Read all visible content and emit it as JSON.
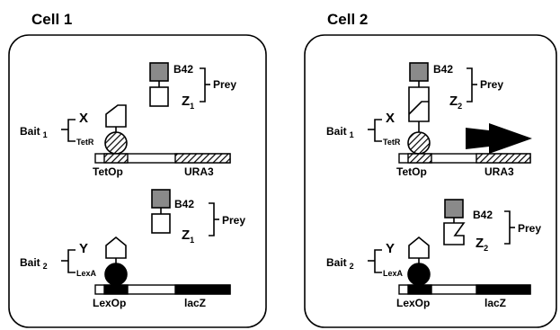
{
  "colors": {
    "b42_fill": "#8a8a8a",
    "lexa_fill": "#000000",
    "frame": "#000000",
    "background": "#ffffff"
  },
  "icons": {
    "tetr": "hatched-circle-icon",
    "lexa": "filled-circle-icon",
    "b42": "gray-square-icon",
    "transcription": "arrow-icon"
  },
  "cell1": {
    "title": "Cell 1",
    "upper": {
      "prey_b42": "B42",
      "prey_z": "Z",
      "prey_z_sub": "1",
      "prey_label": "Prey",
      "bait_label": "Bait",
      "bait_sub": "1",
      "bait_x": "X",
      "bait_dbd": "TetR",
      "operator": "TetOp",
      "reporter": "URA3"
    },
    "lower": {
      "prey_b42": "B42",
      "prey_z": "Z",
      "prey_z_sub": "1",
      "prey_label": "Prey",
      "bait_label": "Bait",
      "bait_sub": "2",
      "bait_y": "Y",
      "bait_dbd": "LexA",
      "operator": "LexOp",
      "reporter": "lacZ"
    }
  },
  "cell2": {
    "title": "Cell 2",
    "upper": {
      "prey_b42": "B42",
      "prey_z": "Z",
      "prey_z_sub": "2",
      "prey_label": "Prey",
      "bait_label": "Bait",
      "bait_sub": "1",
      "bait_x": "X",
      "bait_dbd": "TetR",
      "operator": "TetOp",
      "reporter": "URA3"
    },
    "lower": {
      "prey_b42": "B42",
      "prey_z": "Z",
      "prey_z_sub": "2",
      "prey_label": "Prey",
      "bait_label": "Bait",
      "bait_sub": "2",
      "bait_y": "Y",
      "bait_dbd": "LexA",
      "operator": "LexOp",
      "reporter": "lacZ"
    }
  }
}
